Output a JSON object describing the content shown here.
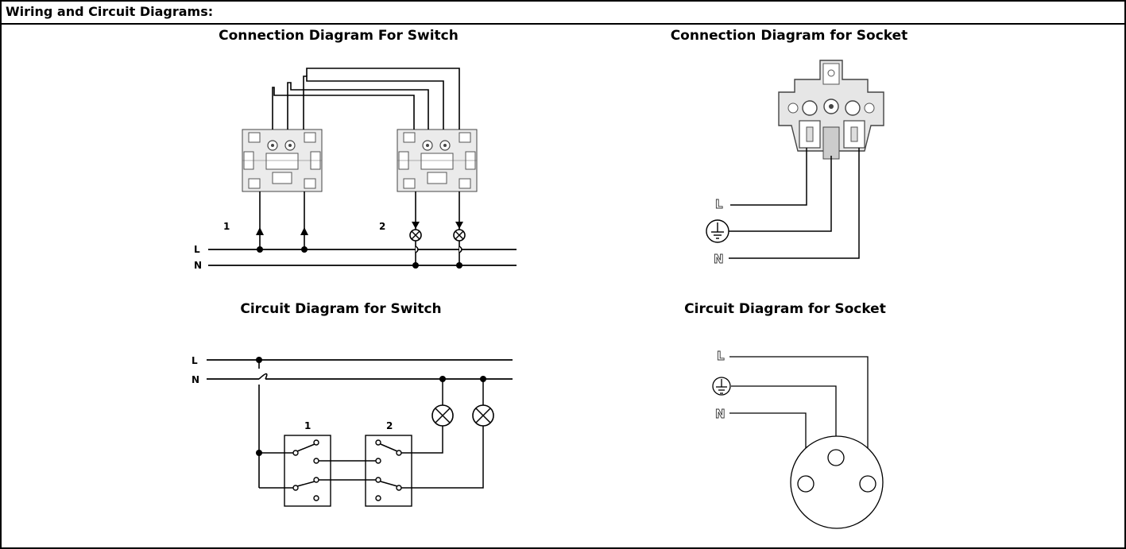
{
  "page": {
    "header_title": "Wiring and Circuit Diagrams:"
  },
  "diagrams": {
    "connection_switch": {
      "title": "Connection Diagram For Switch",
      "label_switch_1": "1",
      "label_switch_2": "2",
      "label_line": "L",
      "label_neutral": "N"
    },
    "connection_socket": {
      "title": "Connection Diagram for Socket",
      "label_line": "L",
      "label_neutral": "N",
      "earth_symbol": "earth-icon"
    },
    "circuit_switch": {
      "title": "Circuit Diagram for Switch",
      "label_line": "L",
      "label_neutral": "N",
      "label_switch_1": "1",
      "label_switch_2": "2"
    },
    "circuit_socket": {
      "title": "Circuit Diagram for Socket",
      "label_line": "L",
      "label_neutral": "N",
      "earth_symbol": "earth-icon"
    }
  },
  "colors": {
    "line": "#000000",
    "device_fill": "#e6e6e6",
    "device_stroke": "#444444"
  }
}
